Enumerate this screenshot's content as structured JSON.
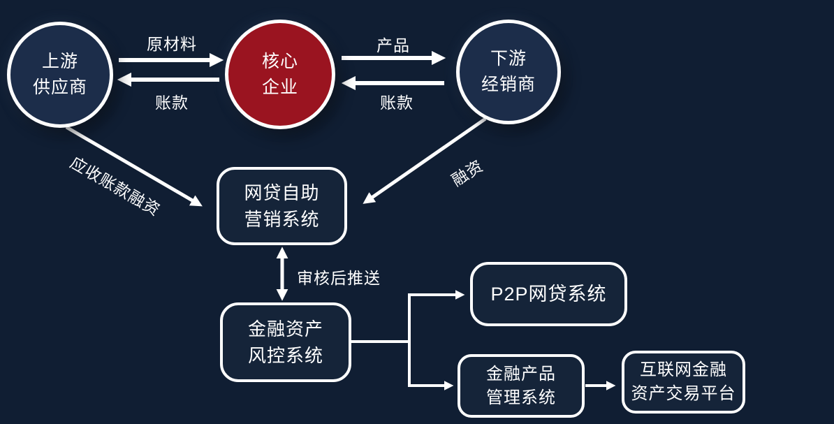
{
  "colors": {
    "background": "#101e33",
    "node_fill": "#1c2d4a",
    "core_node_fill": "#9a1420",
    "box_fill": "#152439",
    "line": "#ffffff",
    "text": "#ffffff"
  },
  "nodes": {
    "upstream_supplier": {
      "line1": "上游",
      "line2": "供应商"
    },
    "core_enterprise": {
      "line1": "核心",
      "line2": "企业"
    },
    "downstream_distributor": {
      "line1": "下游",
      "line2": "经销商"
    }
  },
  "systems": {
    "loan_marketing": {
      "line1": "网贷自助",
      "line2": "营销系统"
    },
    "risk_control": {
      "line1": "金融资产",
      "line2": "风控系统"
    },
    "p2p": {
      "label": "P2P网贷系统"
    },
    "product_mgmt": {
      "line1": "金融产品",
      "line2": "管理系统"
    },
    "trading_platform": {
      "line1": "互联网金融",
      "line2": "资产交易平台"
    }
  },
  "edge_labels": {
    "raw_materials": "原材料",
    "payment_upstream": "账款",
    "product": "产品",
    "payment_downstream": "账款",
    "receivable_financing": "应收账款融资",
    "financing": "融资",
    "push_after_review": "审核后推送"
  }
}
